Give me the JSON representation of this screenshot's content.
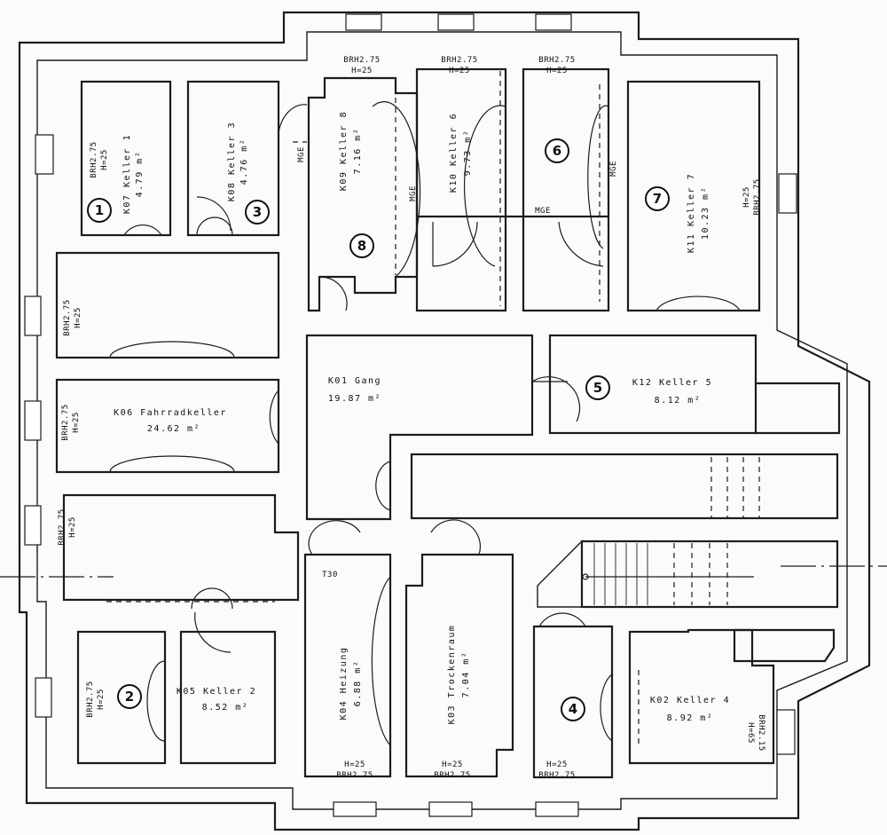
{
  "rooms": {
    "k07": {
      "code": "K07 Keller 1",
      "area": "4.79 m²",
      "number": "1",
      "window": "BRH2.75",
      "window_h": "H=25"
    },
    "k08": {
      "code": "K08 Keller 3",
      "area": "4.76 m²",
      "number": "3"
    },
    "k09": {
      "code": "K09 Keller 8",
      "area": "7.16 m²",
      "number": "8",
      "window": "BRH2.75",
      "window_h": "H=25"
    },
    "k10": {
      "code": "K10 Keller 6",
      "area": "9.73 m²",
      "window": "BRH2.75",
      "window_h": "H=25"
    },
    "k10b": {
      "number": "6",
      "window": "BRH2.75",
      "window_h": "H=25"
    },
    "k11": {
      "code": "K11 Keller 7",
      "area": "10.23 m²",
      "number": "7",
      "window": "BRH2.75",
      "window_h": "H=25"
    },
    "k06": {
      "code": "K06 Fahrradkeller",
      "area": "24.62 m²",
      "window": "BRH2.75",
      "window_h": "H=25"
    },
    "k01": {
      "code": "K01 Gang",
      "area": "19.87 m²"
    },
    "k12": {
      "code": "K12 Keller 5",
      "area": "8.12 m²",
      "number": "5"
    },
    "k05": {
      "code": "K05 Keller 2",
      "area": "8.52 m²",
      "number": "2",
      "window": "BRH2.75",
      "window_h": "H=25"
    },
    "k04": {
      "code": "K04 Heizung",
      "area": "6.88 m²",
      "window": "BRH2.75",
      "window_h": "H=25",
      "door": "T30"
    },
    "k03": {
      "code": "K03 Trockenraum",
      "area": "7.04 m²",
      "window": "BRH2.75",
      "window_h": "H=25"
    },
    "k02": {
      "code": "K02 Keller 4",
      "area": "8.92 m²",
      "number": "4",
      "window": "BRH2.15",
      "window_h": "H=65"
    },
    "k04b": {
      "window": "BRH2.75",
      "window_h": "H=25"
    }
  },
  "extra": {
    "west_upper_window": "BRH2.75",
    "west_upper_h": "H=25",
    "west_lower_window": "BRH2.75",
    "west_lower_h": "H=25",
    "mge": "MGE"
  }
}
